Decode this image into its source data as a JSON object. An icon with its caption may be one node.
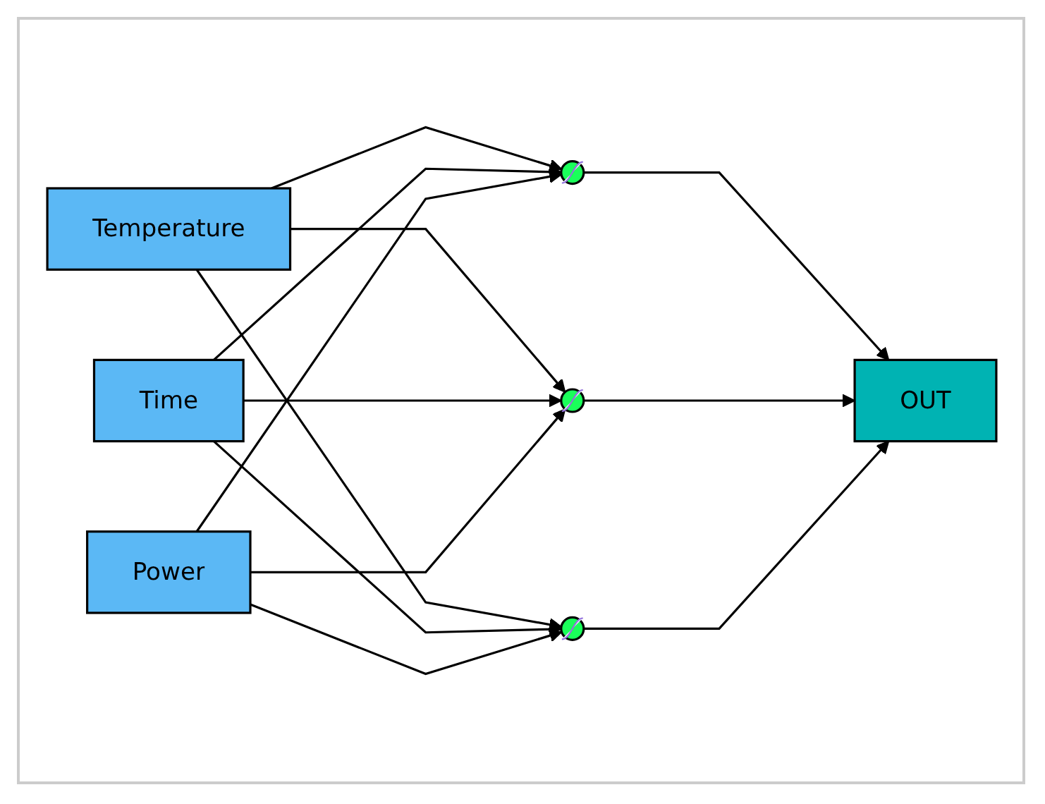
{
  "diagram": {
    "nodes": [
      {
        "text": [
          "Temperature"
        ]
      },
      {
        "text": [
          "Time"
        ]
      },
      {
        "text": [
          "Power"
        ]
      },
      {
        "text": [],
        "shape": "circle"
      },
      {
        "text": [],
        "shape": "circle"
      },
      {
        "text": [],
        "shape": "circle"
      },
      {
        "text": [
          "OUT"
        ]
      }
    ],
    "edges": [
      {
        "from": 0,
        "to": 3,
        "arrow": "to"
      },
      {
        "from": 0,
        "to": 4,
        "arrow": "to"
      },
      {
        "from": 0,
        "to": 5,
        "arrow": "to"
      },
      {
        "from": 1,
        "to": 3,
        "arrow": "to"
      },
      {
        "from": 1,
        "to": 4,
        "arrow": "to"
      },
      {
        "from": 1,
        "to": 5,
        "arrow": "to"
      },
      {
        "from": 2,
        "to": 3,
        "arrow": "to"
      },
      {
        "from": 2,
        "to": 4,
        "arrow": "to"
      },
      {
        "from": 2,
        "to": 5,
        "arrow": "to"
      },
      {
        "from": 3,
        "to": 6,
        "arrow": "to"
      },
      {
        "from": 4,
        "to": 6,
        "arrow": "to"
      },
      {
        "from": 5,
        "to": 6,
        "arrow": "to"
      }
    ]
  }
}
